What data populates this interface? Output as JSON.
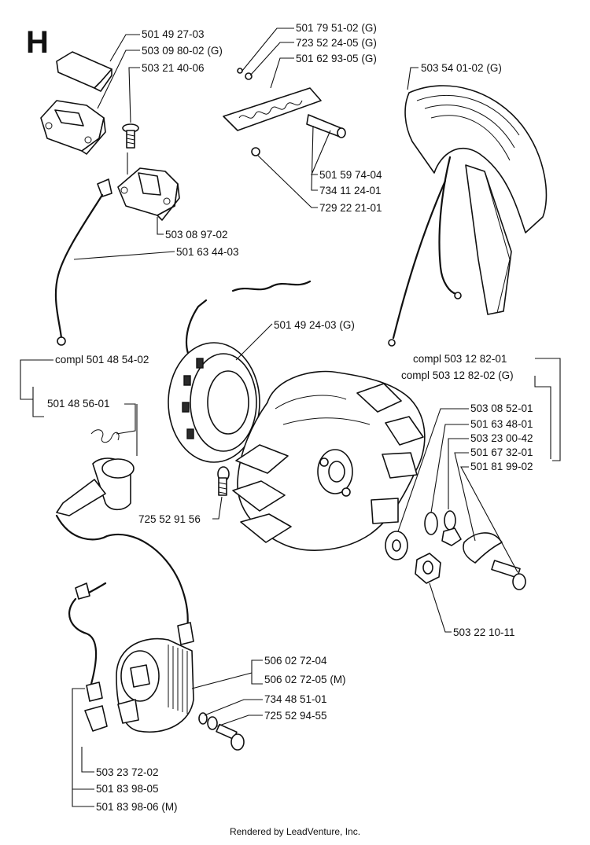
{
  "section_letter": "H",
  "footer": "Rendered by LeadVenture, Inc.",
  "labels": {
    "p1": "501 49 27-03",
    "p2": "503 09 80-02 (G)",
    "p3": "503 21 40-06",
    "p4": "501 79 51-02 (G)",
    "p5": "723 52 24-05 (G)",
    "p6": "501 62 93-05 (G)",
    "p7": "503 54 01-02 (G)",
    "p8": "501 59 74-04",
    "p9": "734 11 24-01",
    "p10": "729 22 21-01",
    "p11": "503 08 97-02",
    "p12": "501 63 44-03",
    "p13": "501 49 24-03 (G)",
    "p14": "compl 501 48 54-02",
    "p15": "compl 503 12 82-01",
    "p16": "compl 503 12 82-02 (G)",
    "p17": "501 48 56-01",
    "p18": "503 08 52-01",
    "p19": "501 63 48-01",
    "p20": "503 23 00-42",
    "p21": "501 67 32-01",
    "p22": "501 81 99-02",
    "p23": "725 52 91 56",
    "p24": "503 22 10-11",
    "p25": "506 02 72-04",
    "p26": "506 02 72-05 (M)",
    "p27": "734 48 51-01",
    "p28": "725 52 94-55",
    "p29": "503 23 72-02",
    "p30": "501 83 98-05",
    "p31": "501 83 98-06 (M)"
  }
}
